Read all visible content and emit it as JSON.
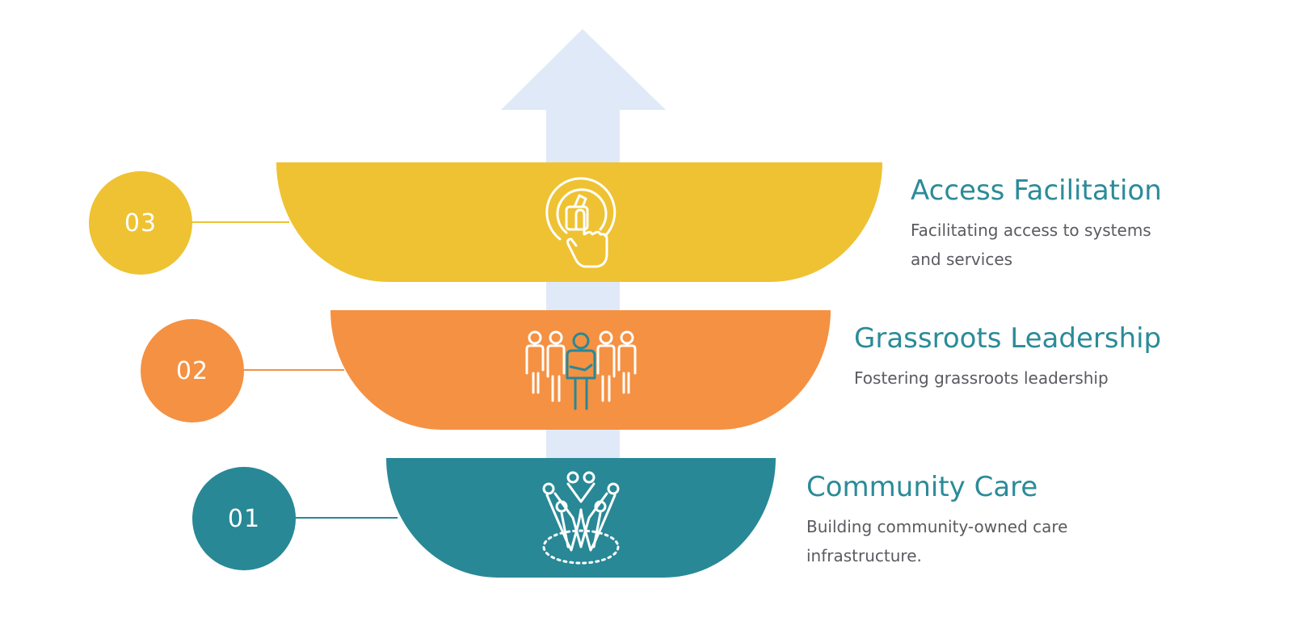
{
  "colors": {
    "arrow": "#dfe9f8",
    "teal": "#288896",
    "orange": "#f59142",
    "yellow": "#eec232",
    "title_text": "#2b8b98",
    "desc_text": "#5a5a60"
  },
  "levels": [
    {
      "number": "03",
      "title": "Access Facilitation",
      "description": "Facilitating access to systems and services",
      "color": "#eec232",
      "icon": "touch-hand-icon"
    },
    {
      "number": "02",
      "title": "Grassroots Leadership",
      "description": "Fostering grassroots leadership",
      "color": "#f59142",
      "icon": "group-leader-icon"
    },
    {
      "number": "01",
      "title": "Community Care",
      "description": "Building community-owned care infrastructure.",
      "color": "#288896",
      "icon": "community-circle-icon"
    }
  ]
}
